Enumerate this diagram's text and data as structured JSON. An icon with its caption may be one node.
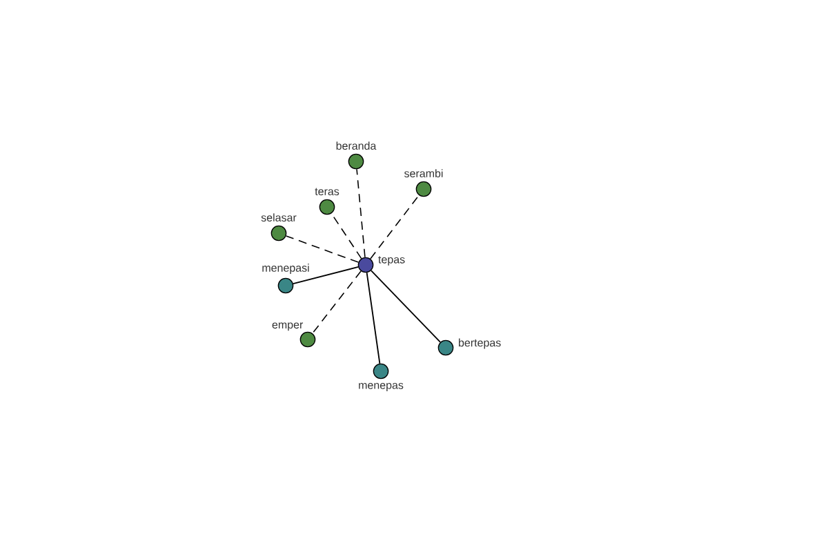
{
  "diagram": {
    "nodes": [
      {
        "text": [
          "beranda"
        ]
      },
      {
        "text": [
          "serambi"
        ]
      },
      {
        "text": [
          "teras"
        ]
      },
      {
        "text": [
          "selasar"
        ]
      },
      {
        "text": [
          "tepas"
        ]
      },
      {
        "text": [
          "menepasi"
        ]
      },
      {
        "text": [
          "emper"
        ]
      },
      {
        "text": [
          "bertepas"
        ]
      },
      {
        "text": [
          "menepas"
        ]
      }
    ],
    "edges": [
      {
        "from": 4,
        "to": 0,
        "arrow": "none",
        "style": "dashed"
      },
      {
        "from": 4,
        "to": 1,
        "arrow": "none",
        "style": "dashed"
      },
      {
        "from": 4,
        "to": 2,
        "arrow": "none",
        "style": "dashed"
      },
      {
        "from": 4,
        "to": 3,
        "arrow": "none",
        "style": "dashed"
      },
      {
        "from": 4,
        "to": 5,
        "arrow": "none"
      },
      {
        "from": 4,
        "to": 6,
        "arrow": "none",
        "style": "dashed"
      },
      {
        "from": 4,
        "to": 7,
        "arrow": "none"
      },
      {
        "from": 4,
        "to": 8,
        "arrow": "none"
      }
    ]
  }
}
